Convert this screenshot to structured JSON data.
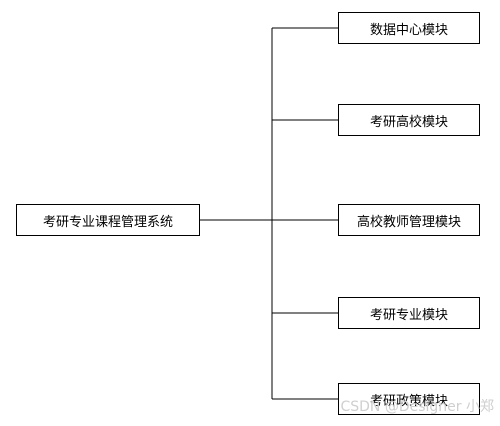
{
  "diagram": {
    "root": "考研专业课程管理系统",
    "modules": [
      "数据中心模块",
      "考研高校模块",
      "高校教师管理模块",
      "考研专业模块",
      "考研政策模块"
    ]
  },
  "watermark": "CSDN @Designer 小郑"
}
